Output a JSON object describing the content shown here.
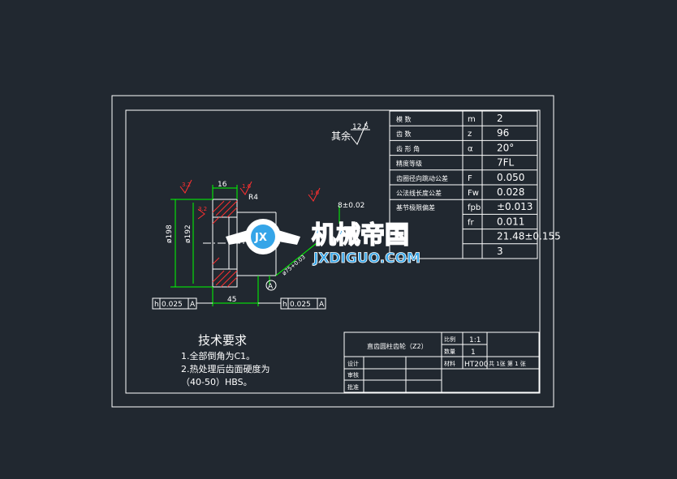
{
  "surface_roughness_note": {
    "label": "其余",
    "value": "12.5"
  },
  "gear_params": [
    {
      "name": "模 数",
      "symbol": "m",
      "value": "2"
    },
    {
      "name": "齿 数",
      "symbol": "z",
      "value": "96"
    },
    {
      "name": "齿 形 角",
      "symbol": "α",
      "value": "20°"
    },
    {
      "name": "精度等级",
      "symbol": "",
      "value": "7FL"
    },
    {
      "name": "齿圈径向跳动公差",
      "symbol": "F",
      "value": "0.050"
    },
    {
      "name": "公法线长度公差",
      "symbol": "Fw",
      "value": "0.028"
    },
    {
      "name": "基节极限偏差",
      "symbol": "fpb",
      "value": "±0.013"
    },
    {
      "name": "",
      "symbol": "fr",
      "value": "0.011"
    },
    {
      "name": "",
      "symbol": "",
      "value": "21.48±0.155"
    },
    {
      "name": "",
      "symbol": "",
      "value": "3"
    }
  ],
  "dims": {
    "width_16": "16",
    "radius": "R4",
    "dia_198": "ø198",
    "dia_192": "ø192",
    "offset_45": "45",
    "bore": "ø75+0.03",
    "datum": "A",
    "dim_8": "8±0.02",
    "rough_a": "3.2",
    "rough_b": "1.6",
    "rough_c": "3.2",
    "rough_d": "1.6"
  },
  "tolerance_frames": [
    {
      "symbol": "h",
      "value": "0.025",
      "datum": "A"
    },
    {
      "symbol": "h",
      "value": "0.025",
      "datum": "A"
    }
  ],
  "tech_requirements": {
    "title": "技术要求",
    "items": [
      "1.全部倒角为C1。",
      "2.热处理后齿面硬度为",
      "（40-50）HBS。"
    ]
  },
  "title_block": {
    "part_name": "直齿圆柱齿轮（Z2）",
    "scale_label": "比例",
    "scale_value": "1:1",
    "qty_label": "数量",
    "qty_value": "1",
    "material_label": "材料",
    "material_value": "HT200",
    "sheet_text": "共  1张   第 1 张",
    "designer_label": "设计",
    "checker_label": "审核",
    "approver_label": "批准"
  },
  "watermark": {
    "cn": "机械帝国",
    "en": "JXDIGUO.COM",
    "badge": "JX"
  },
  "colors": {
    "background": "#212830",
    "frame": "#ffffff",
    "dimension": "#00ff00",
    "hatch": "#ff3030",
    "watermark": "#35a5e8"
  }
}
